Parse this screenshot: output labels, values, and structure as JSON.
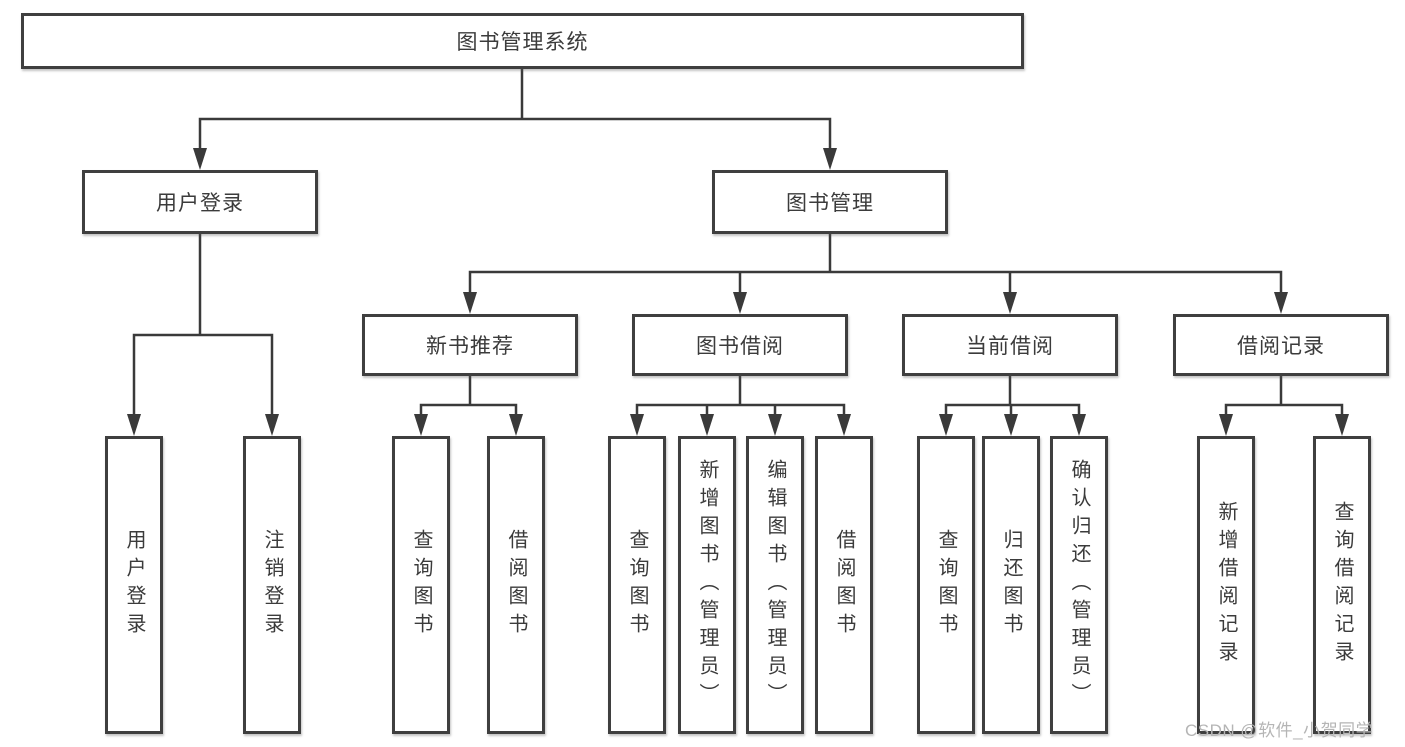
{
  "colors": {
    "background": "#ffffff",
    "line": "#3a3a3a",
    "box_border": "#3f3f3f",
    "text": "#3b3b3b",
    "watermark": "#b5b5b5"
  },
  "tree": {
    "label": "图书管理系统",
    "children": [
      {
        "label": "用户登录",
        "children": [
          {
            "label": "用户登录"
          },
          {
            "label": "注销登录"
          }
        ]
      },
      {
        "label": "图书管理",
        "children": [
          {
            "label": "新书推荐",
            "children": [
              {
                "label": "查询图书"
              },
              {
                "label": "借阅图书"
              }
            ]
          },
          {
            "label": "图书借阅",
            "children": [
              {
                "label": "查询图书"
              },
              {
                "label": "新增图书（管理员）"
              },
              {
                "label": "编辑图书（管理员）"
              },
              {
                "label": "借阅图书"
              }
            ]
          },
          {
            "label": "当前借阅",
            "children": [
              {
                "label": "查询图书"
              },
              {
                "label": "归还图书"
              },
              {
                "label": "确认归还（管理员）"
              }
            ]
          },
          {
            "label": "借阅记录",
            "children": [
              {
                "label": "新增借阅记录"
              },
              {
                "label": "查询借阅记录"
              }
            ]
          }
        ]
      }
    ]
  },
  "watermark": {
    "text": "CSDN @软件_小贺同学"
  }
}
